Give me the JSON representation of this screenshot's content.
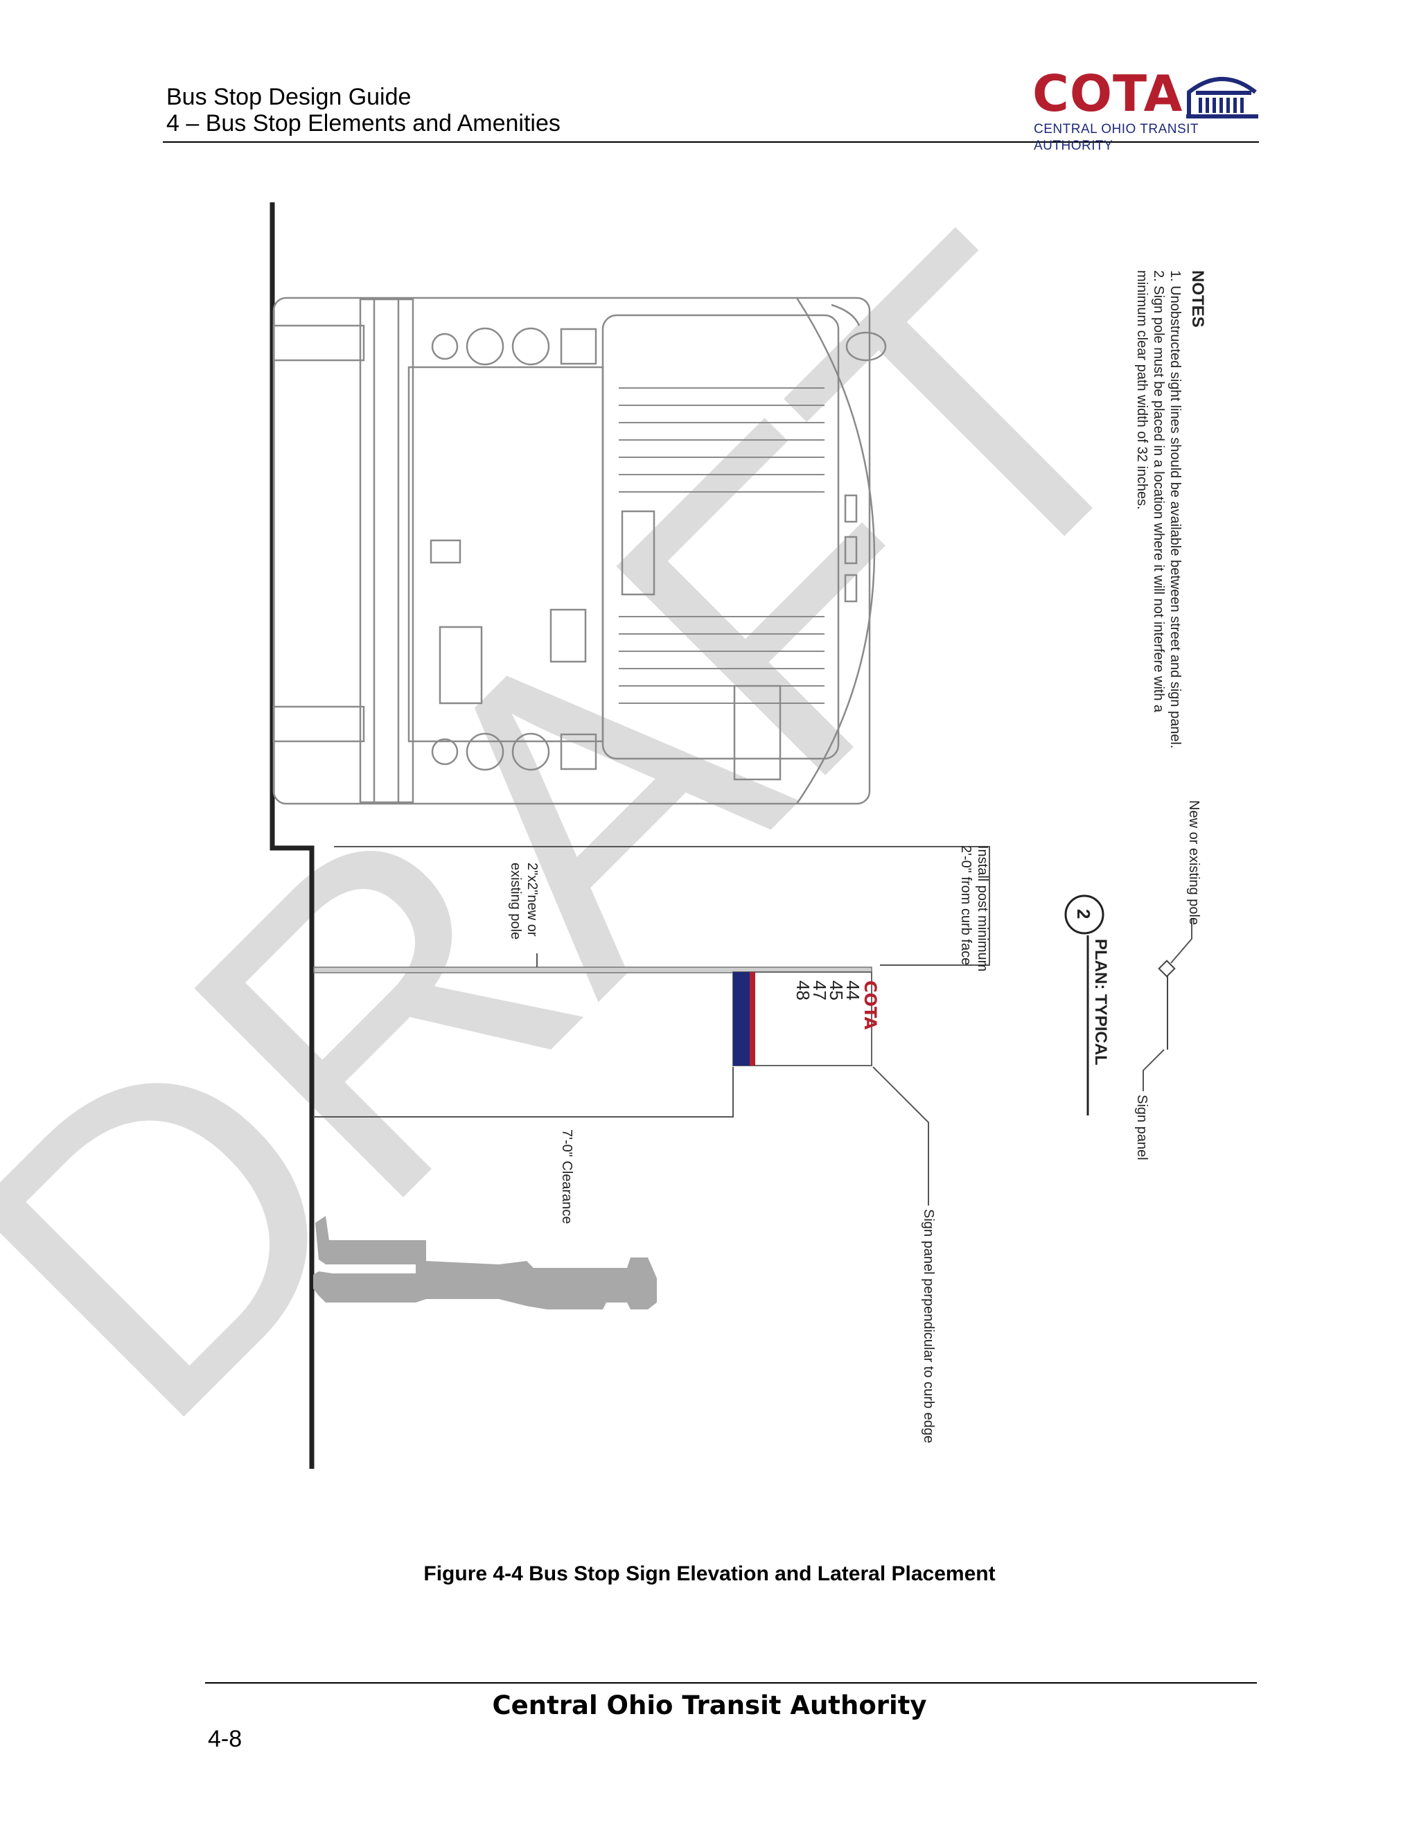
{
  "header": {
    "title": "Bus Stop Design Guide",
    "subtitle": "4 – Bus Stop Elements and Amenities"
  },
  "logo": {
    "wordmark": "COTA",
    "tagline": "CENTRAL OHIO TRANSIT AUTHORITY",
    "brand_red": "#b51f2d",
    "brand_blue": "#1e2a78"
  },
  "watermark": "DRAFT",
  "drawing": {
    "notes_heading": "NOTES",
    "notes": [
      "1.  Unobstructed sight lines should be available between street and sign panel.",
      "2.  Sign pole must be placed in a location where it will not interfere with a",
      "     minimum clear path width of 32 inches."
    ],
    "plan_number": "2",
    "plan_title": "PLAN: TYPICAL",
    "label_pole": "New or existing pole",
    "label_sign_panel": "Sign panel",
    "label_install_1": "Install post minimum",
    "label_install_2": "2'-0\" from curb face",
    "label_pole_size_1": "2\"x2\"new or",
    "label_pole_size_2": "existing pole",
    "label_clearance": "7'-0\" Clearance",
    "label_perpendicular": "Sign panel perpendicular to curb edge",
    "sign": {
      "brand": "COTA",
      "routes": [
        "44",
        "45",
        "47",
        "48"
      ]
    }
  },
  "caption": "Figure 4-4  Bus Stop Sign Elevation and Lateral Placement",
  "footer": {
    "organization": "Central Ohio Transit Authority",
    "page_number": "4-8"
  }
}
